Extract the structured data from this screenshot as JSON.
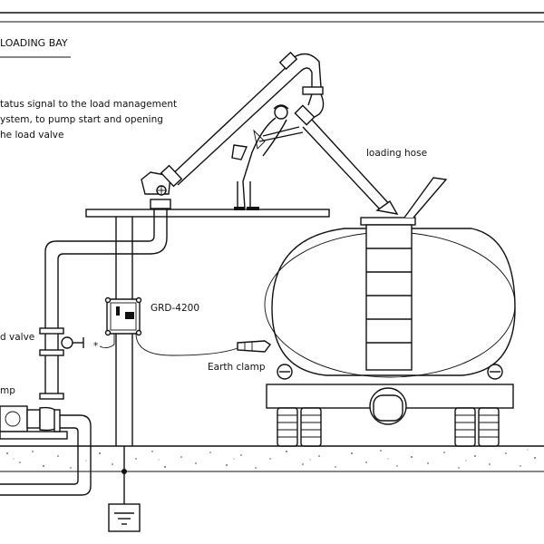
{
  "header": {
    "title": "LOADING BAY"
  },
  "notes": {
    "line1": "tatus signal to the load management",
    "line2": "ystem, to pump start and opening",
    "line3": "he load valve"
  },
  "labels": {
    "loading_hose": "loading hose",
    "grd_device": "GRD-4200",
    "earth_clamp": "Earth clamp",
    "valve": "d valve",
    "pump": "mp",
    "asterisk": "*"
  },
  "colors": {
    "line": "#111111",
    "background": "#ffffff"
  },
  "icons": {
    "ground": "earth-ground-symbol",
    "device": "grd-4200-monitor-box"
  }
}
